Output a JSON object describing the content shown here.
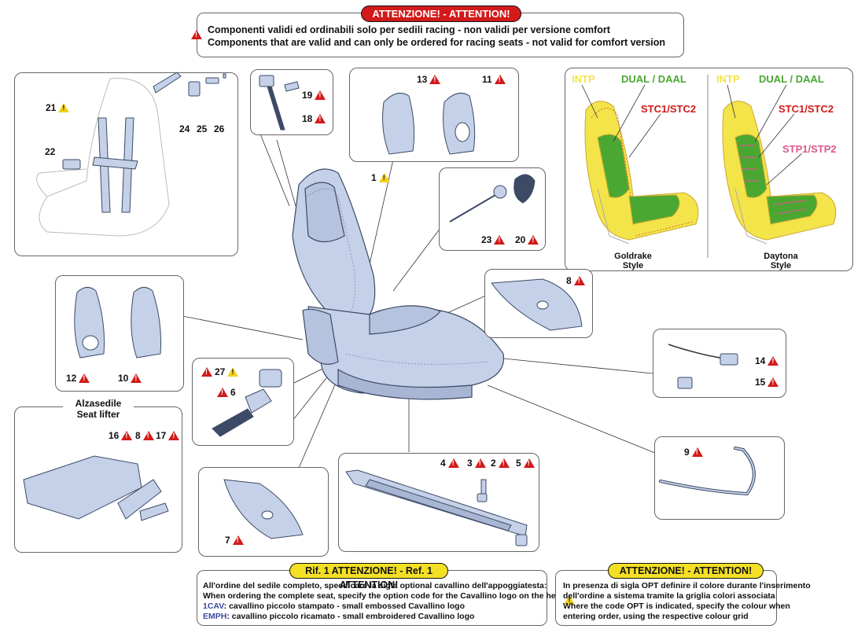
{
  "top_notice": {
    "header": "ATTENZIONE! - ATTENTION!",
    "line_it": "Componenti validi ed ordinabili solo per sedili  racing - non validi per versione  comfort",
    "line_en": "Components that are valid and can only be ordered for racing  seats - not valid for comfort version"
  },
  "callouts": {
    "c1": "1",
    "c2": "2",
    "c3": "3",
    "c4": "4",
    "c5": "5",
    "c6": "6",
    "c7": "7",
    "c8a": "8",
    "c8b": "8",
    "c9": "9",
    "c10": "10",
    "c11": "11",
    "c12": "12",
    "c13": "13",
    "c14": "14",
    "c15": "15",
    "c16": "16",
    "c17": "17",
    "c18": "18",
    "c19": "19",
    "c20": "20",
    "c21": "21",
    "c22": "22",
    "c23": "23",
    "c24": "24",
    "c25": "25",
    "c26": "26",
    "c27": "27"
  },
  "seat_lifter": {
    "it": "Alzasedile",
    "en": "Seat lifter"
  },
  "color_panel": {
    "intp": "INTP",
    "dual": "DUAL / DAAL",
    "stc": "STC1/STC2",
    "stp": "STP1/STP2",
    "goldrake": "Goldrake\nStyle",
    "daytona": "Daytona\nStyle",
    "colors": {
      "yellow": "#f3e44a",
      "green": "#4aa832",
      "red": "#d21a1a",
      "pink": "#d85a8a"
    }
  },
  "ref_notice": {
    "header": "Rif. 1 ATTENZIONE! - Ref. 1 ATTENTION!",
    "l1": "All'ordine del sedile completo, specificare la sigla optional cavallino dell'appoggiatesta:",
    "l2": "When ordering the complete seat, specify the option code for the Cavallino logo on the headrest as follows:",
    "code1": "1CAV",
    "l3": ": cavallino piccolo stampato - small embossed Cavallino logo",
    "code2": "EMPH",
    "l4": ": cavallino piccolo ricamato - small embroidered Cavallino logo"
  },
  "opt_notice": {
    "header": "ATTENZIONE! - ATTENTION!",
    "l1": "In presenza di sigla OPT definire il colore durante l'inserimento",
    "l2": "dell'ordine a sistema tramite la griglia colori associata",
    "l3": "Where the code OPT is indicated, specify the colour when",
    "l4": "entering order, using the respective colour grid"
  },
  "theme": {
    "part_fill": "#c5d1e8",
    "part_stroke": "#3c4a66",
    "notice_red": "#d21a1a",
    "notice_yellow": "#f3e025"
  }
}
